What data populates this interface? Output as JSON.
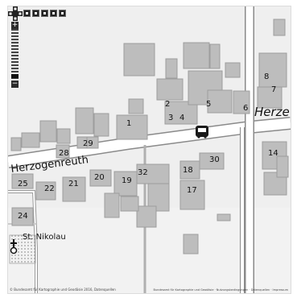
{
  "map": {
    "streets": {
      "herzogenreuth_west": "Herzogenreuth",
      "herzogenreuth_east": "Herze"
    },
    "poi": {
      "church": "St. Nikolau"
    },
    "house_numbers": [
      "1",
      "2",
      "3",
      "4",
      "5",
      "6",
      "7",
      "8",
      "14",
      "17",
      "18",
      "20",
      "21",
      "22",
      "24",
      "25",
      "28",
      "29",
      "30",
      "32",
      "19"
    ],
    "footer_left": "© Bundesamt für Kartographie und Geodäsie 2016, Datenquellen",
    "footer_right": "Bundesamt für Kartographie und Geodäsie · Nutzungsbedingungen · Datenquellen · Impressum"
  },
  "colors": {
    "background": "#efefef",
    "building": "#bdbdbd",
    "building_outline": "#9d9d9d",
    "road_fill": "#ffffff",
    "road_edge": "#8a8a8a",
    "text": "#111111"
  },
  "icons": {
    "bus_stop": "bus-stop-icon",
    "church": "church-icon",
    "pan": "pan-control-icon"
  }
}
